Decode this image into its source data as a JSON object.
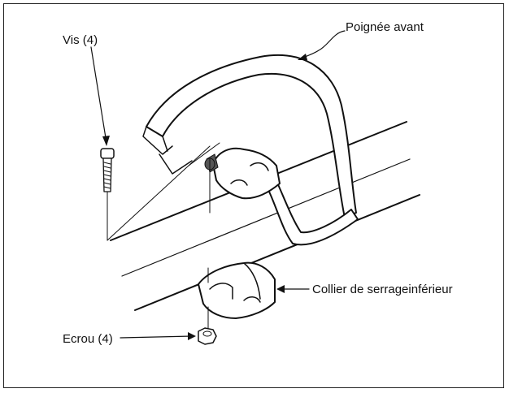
{
  "labels": {
    "screw": "Vis (4)",
    "front_handle": "Poignée avant",
    "lower_clamp": "Collier de serrageinférieur",
    "nut": "Ecrou (4)"
  },
  "colors": {
    "ink": "#111111",
    "background": "#ffffff"
  }
}
